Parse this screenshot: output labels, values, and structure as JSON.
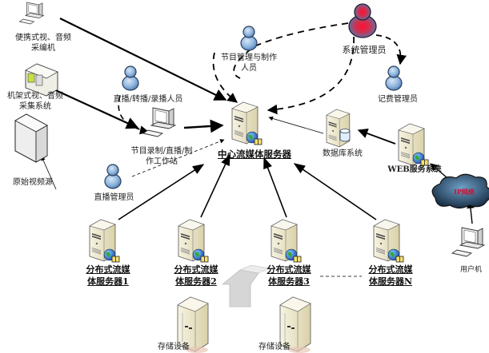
{
  "diagram": {
    "title": "流媒体服务系统架构",
    "nodes": {
      "portable_capture": {
        "label_line1": "便携式视、音频",
        "label_line2": "采编机",
        "icon": "computer-icon"
      },
      "rack_capture": {
        "label_line1": "机架式视、音频",
        "label_line2": "采集系统",
        "icon": "rack-device-icon"
      },
      "raw_source": {
        "label": "原始视频源",
        "icon": "box-icon"
      },
      "broadcast_staff": {
        "label": "直播/转播/录播人员",
        "icon": "user-icon"
      },
      "workstation": {
        "label_line1": "节目录制/直播/制",
        "label_line2": "作工作站",
        "icon": "workstation-icon"
      },
      "live_admin": {
        "label": "直播管理员",
        "icon": "user-icon"
      },
      "program_staff": {
        "label_line1": "节目管理与制作",
        "label_line2": "人员",
        "icon": "user-icon"
      },
      "sys_admin": {
        "label": "系统管理员",
        "icon": "admin-user-icon"
      },
      "billing_admin": {
        "label": "记费管理员",
        "icon": "user-icon"
      },
      "central_server": {
        "label": "中心流媒体服务器",
        "icon": "server-globe-icon"
      },
      "database": {
        "label": "数据库系统",
        "icon": "database-server-icon"
      },
      "web_server": {
        "label": "WEB服务系统",
        "icon": "web-server-icon"
      },
      "ip_network": {
        "label": "IP网络",
        "icon": "cloud-icon"
      },
      "user_pc": {
        "label": "用户机",
        "icon": "computer-icon"
      },
      "dist_servers": [
        {
          "label_line1": "分布式流媒",
          "label_line2": "体服务器1"
        },
        {
          "label_line1": "分布式流媒",
          "label_line2": "体服务器2"
        },
        {
          "label_line1": "分布式流媒",
          "label_line2": "体服务器3"
        },
        {
          "label_line1": "分布式流媒",
          "label_line2": "体服务器N"
        }
      ],
      "storage": [
        {
          "label": "存储设备"
        },
        {
          "label": "存储设备"
        }
      ]
    },
    "colors": {
      "line": "#000000",
      "admin_red": "#e01030",
      "user_blue": "#7fa8d8",
      "cloud": "#2e5a7c",
      "server_beige": "#ece6c8"
    }
  }
}
